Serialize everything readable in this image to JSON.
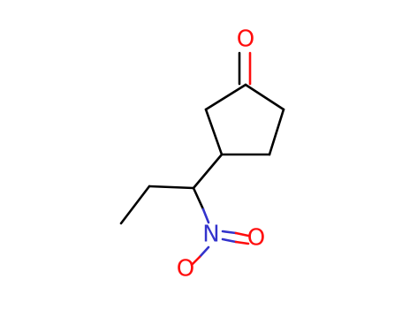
{
  "molecule": {
    "atoms": {
      "oxygen_ketone": "O",
      "nitrogen": "N",
      "oxygen_nitro_1": "O",
      "oxygen_nitro_2": "O"
    },
    "colors": {
      "carbon_bond": "#000000",
      "oxygen": "#ff0d0d",
      "nitrogen": "#3333cc"
    }
  }
}
